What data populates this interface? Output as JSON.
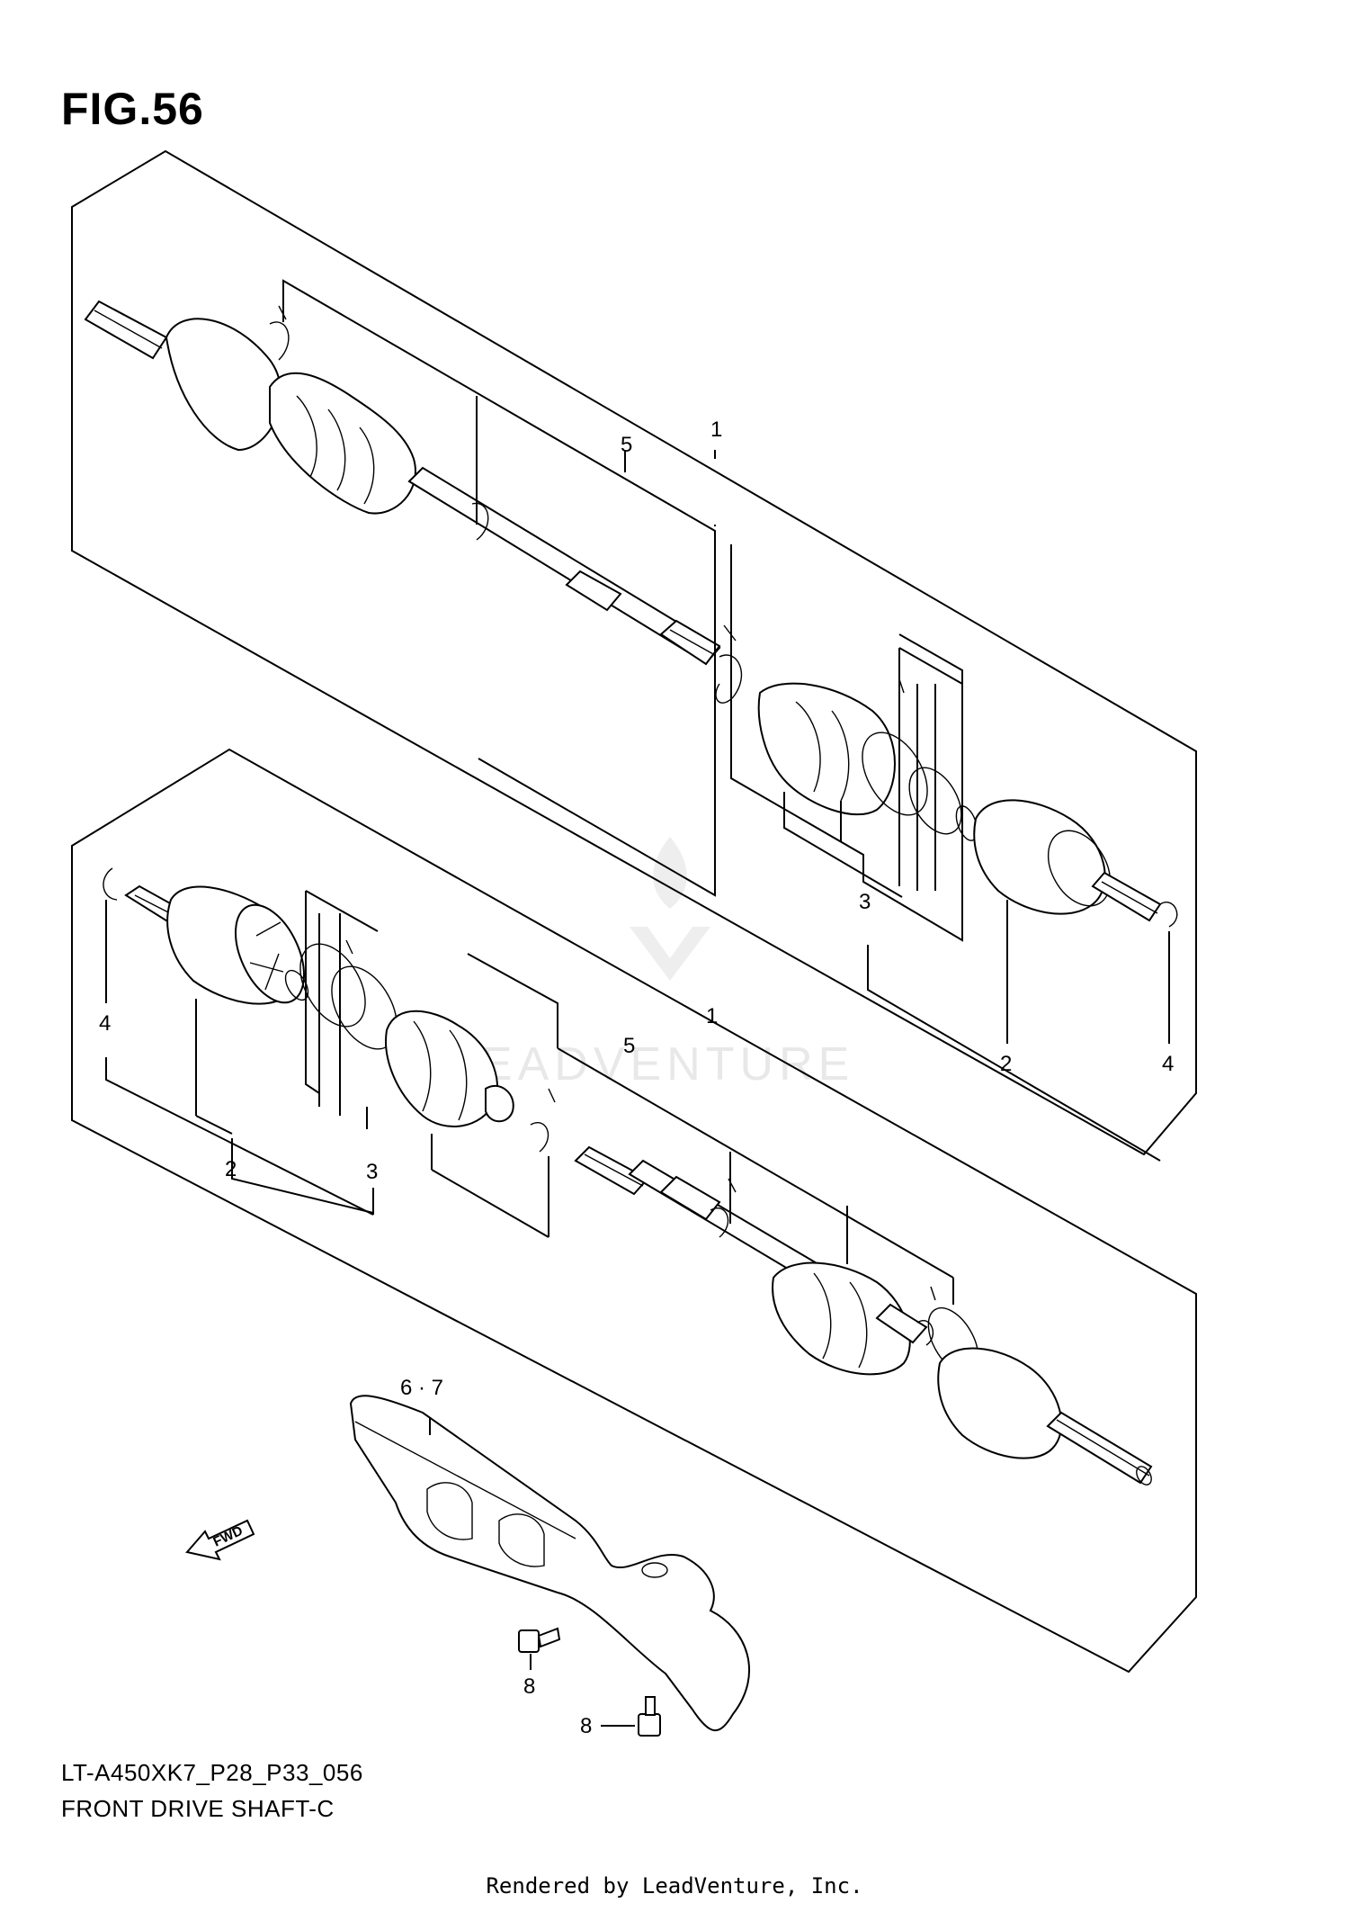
{
  "figure": {
    "title": "FIG.56",
    "model_code": "LT-A450XK7_P28_P33_056",
    "name": "FRONT DRIVE SHAFT-C",
    "credit": "Rendered by LeadVenture, Inc.",
    "watermark": "LEADVENTURE"
  },
  "callouts": {
    "upper_1": "1",
    "upper_5": "5",
    "upper_3": "3",
    "upper_2": "2",
    "upper_4": "4",
    "lower_4": "4",
    "lower_2": "2",
    "lower_3": "3",
    "lower_5": "5",
    "lower_1": "1",
    "guard_67": "6 · 7",
    "bolt_8a": "8",
    "bolt_8b": "8",
    "fwd": "FWD"
  },
  "icons": [
    "fwd-arrow-icon",
    "leadventure-logo-watermark"
  ]
}
